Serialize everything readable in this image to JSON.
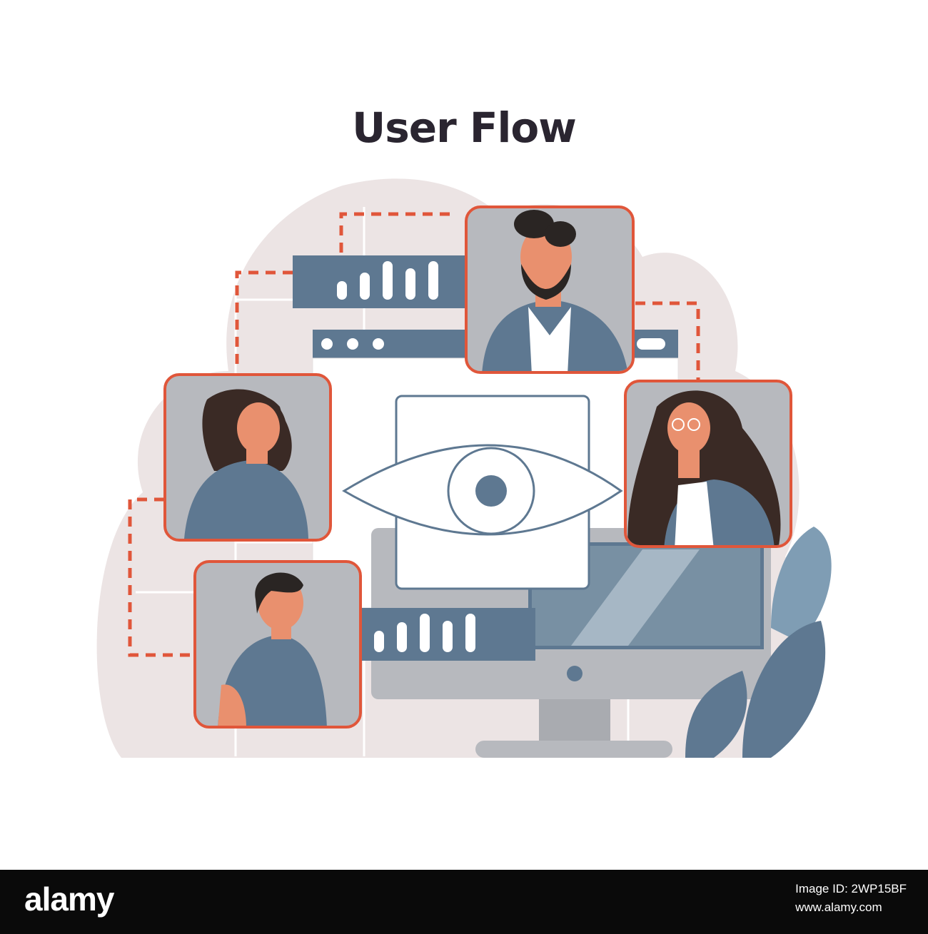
{
  "title": "User Flow",
  "colors": {
    "background_cloud": "#ece4e4",
    "slate": "#5e7891",
    "accent_orange": "#e0563a",
    "card_grey": "#b7b9be",
    "skin": "#e9906e",
    "hair": "#3a2a25",
    "footer": "#0a0a0a"
  },
  "icons": [
    "eye-icon",
    "bar-chart-icon",
    "browser-dots-icon",
    "leaf-icon",
    "monitor-icon"
  ],
  "footer": {
    "brand": "alamy",
    "image_id": "Image ID: 2WP15BF",
    "url": "www.alamy.com"
  }
}
